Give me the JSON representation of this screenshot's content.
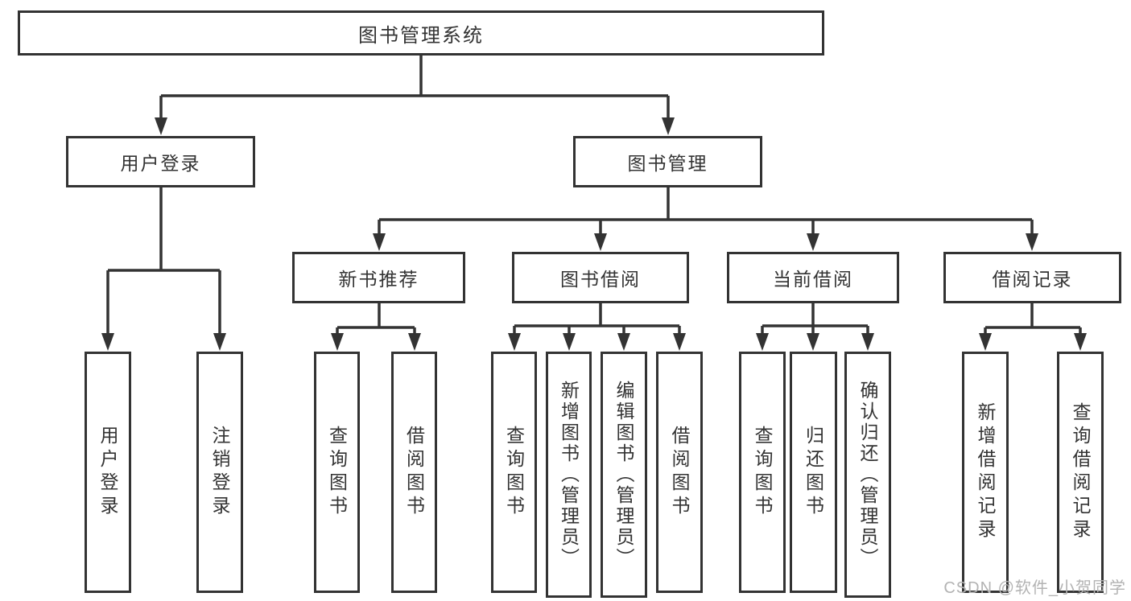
{
  "diagram": {
    "title": "图书管理系统",
    "root": {
      "label": "图书管理系统"
    },
    "level2": [
      {
        "id": "user-login",
        "label": "用户登录"
      },
      {
        "id": "book-management",
        "label": "图书管理"
      }
    ],
    "level3": [
      {
        "id": "new-book-recommend",
        "label": "新书推荐",
        "parent": "book-management"
      },
      {
        "id": "book-borrow",
        "label": "图书借阅",
        "parent": "book-management"
      },
      {
        "id": "current-borrow",
        "label": "当前借阅",
        "parent": "book-management"
      },
      {
        "id": "borrow-records",
        "label": "借阅记录",
        "parent": "book-management"
      }
    ],
    "leaves": [
      {
        "id": "user-login-leaf",
        "label": "用户登录",
        "parent": "user-login"
      },
      {
        "id": "logout",
        "label": "注销登录",
        "parent": "user-login"
      },
      {
        "id": "query-books-1",
        "label": "查询图书",
        "parent": "new-book-recommend"
      },
      {
        "id": "borrow-books-1",
        "label": "借阅图书",
        "parent": "new-book-recommend"
      },
      {
        "id": "query-books-2",
        "label": "查询图书",
        "parent": "book-borrow"
      },
      {
        "id": "add-books-admin",
        "label": "新增图书（管理员）",
        "parent": "book-borrow"
      },
      {
        "id": "edit-books-admin",
        "label": "编辑图书（管理员）",
        "parent": "book-borrow"
      },
      {
        "id": "borrow-books-2",
        "label": "借阅图书",
        "parent": "book-borrow"
      },
      {
        "id": "query-books-3",
        "label": "查询图书",
        "parent": "current-borrow"
      },
      {
        "id": "return-books",
        "label": "归还图书",
        "parent": "current-borrow"
      },
      {
        "id": "confirm-return-admin",
        "label": "确认归还（管理员）",
        "parent": "current-borrow"
      },
      {
        "id": "add-borrow-record",
        "label": "新增借阅记录",
        "parent": "borrow-records"
      },
      {
        "id": "query-borrow-record",
        "label": "查询借阅记录",
        "parent": "borrow-records"
      }
    ]
  },
  "watermark": {
    "text": "CSDN @软件_小贺同学"
  },
  "colors": {
    "line": "#333333",
    "border": "#333333",
    "text": "#333333",
    "background": "#ffffff",
    "watermark": "#b3b3b3"
  }
}
